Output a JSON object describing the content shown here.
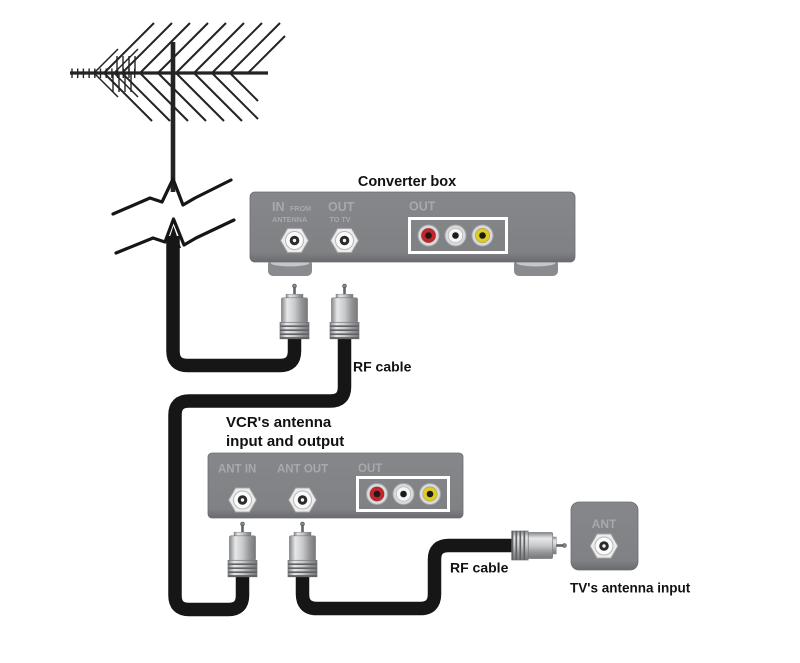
{
  "colors": {
    "box_gray": "#808285",
    "port_label_gray": "#a7a9ac",
    "cable_black": "#161616",
    "rca_red": "#c4252b",
    "rca_white": "#f4f4f4",
    "rca_yellow": "#decb24",
    "text_black": "#111111"
  },
  "converter": {
    "title": "Converter box",
    "port_in_big": "IN",
    "port_in_small": "FROM",
    "port_in_line2": "ANTENNA",
    "port_out_big": "OUT",
    "port_out_small": "TO TV",
    "rca_group_label": "OUT"
  },
  "vcr": {
    "title_line1": "VCR's antenna",
    "title_line2": "input and output",
    "port_ant_in": "ANT IN",
    "port_ant_out": "ANT OUT",
    "rca_group_label": "OUT"
  },
  "tv": {
    "port_label": "ANT",
    "caption": "TV's antenna input"
  },
  "cables": {
    "rf_label_top": "RF cable",
    "rf_label_bottom": "RF cable"
  }
}
